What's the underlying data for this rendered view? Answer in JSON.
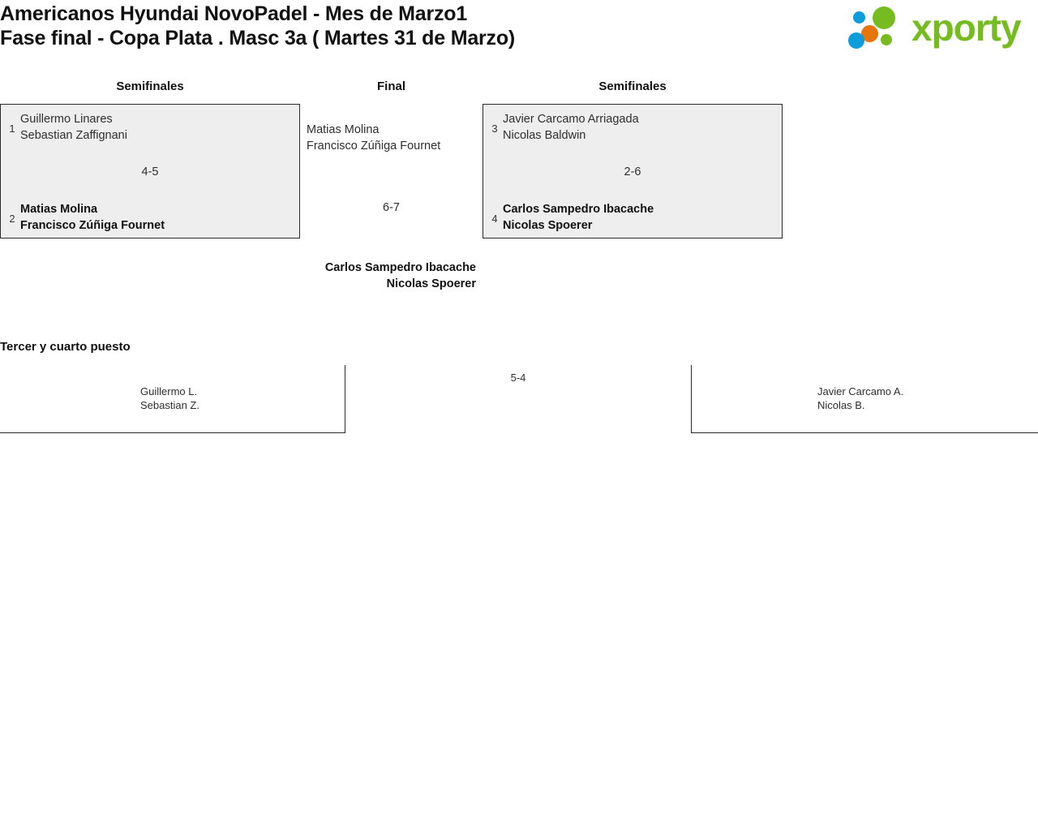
{
  "header": {
    "title": "Americanos Hyundai NovoPadel - Mes de Marzo1\nFase final - Copa Plata . Masc 3a ( Martes 31 de Marzo)",
    "logo": {
      "wordmark": "xporty",
      "icon_name": "xporty-dots-logo",
      "colors": {
        "green": "#76bc21",
        "blue": "#0d9ddb",
        "orange": "#e8750a"
      }
    }
  },
  "bracket": {
    "rounds": {
      "semifinal_left_label": "Semifinales",
      "final_label": "Final",
      "semifinal_right_label": "Semifinales"
    },
    "semifinal_left": {
      "score": "4-5",
      "teams": [
        {
          "seed": "1",
          "player1": "Guillermo Linares",
          "player2": "Sebastian Zaffignani",
          "winner": false
        },
        {
          "seed": "2",
          "player1": "Matias Molina",
          "player2": "Francisco Zúñiga Fournet",
          "winner": true
        }
      ]
    },
    "semifinal_right": {
      "score": "2-6",
      "teams": [
        {
          "seed": "3",
          "player1": "Javier Carcamo Arriagada",
          "player2": "Nicolas Baldwin",
          "winner": false
        },
        {
          "seed": "4",
          "player1": "Carlos Sampedro Ibacache",
          "player2": "Nicolas Spoerer",
          "winner": true
        }
      ]
    },
    "final": {
      "score": "6-7",
      "finalist": {
        "player1": "Matias Molina",
        "player2": "Francisco Zúñiga Fournet"
      },
      "champion": {
        "player1": "Carlos Sampedro Ibacache",
        "player2": "Nicolas Spoerer"
      }
    }
  },
  "third_place": {
    "title": "Tercer y cuarto puesto",
    "score": "5-4",
    "left_team": {
      "player1": "Guillermo L.",
      "player2": "Sebastian Z."
    },
    "right_team": {
      "player1": "Javier Carcamo A.",
      "player2": "Nicolas B."
    }
  }
}
